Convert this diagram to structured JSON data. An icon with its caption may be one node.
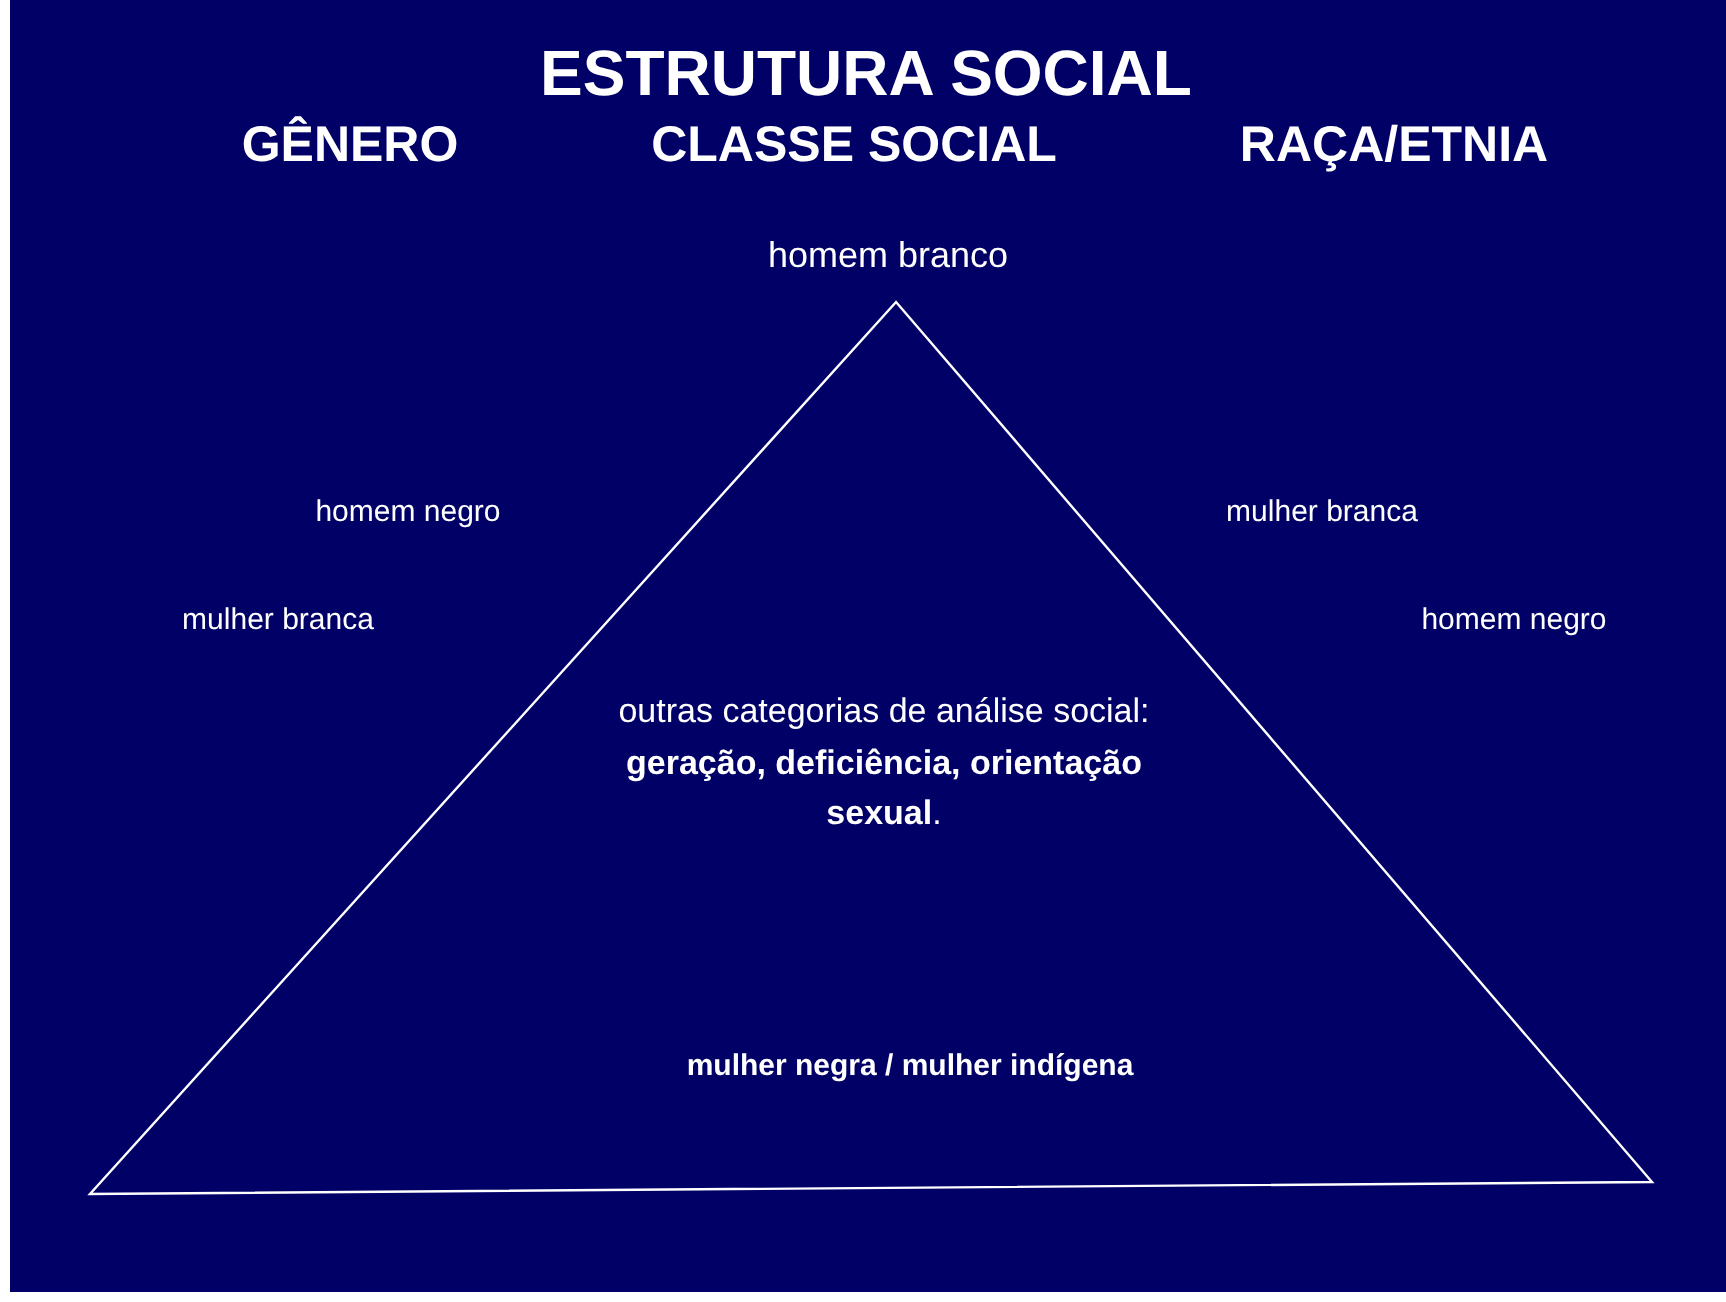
{
  "diagram": {
    "title": "ESTRUTURA SOCIAL",
    "nodes": [
      {
        "text": [
          "outras categorias de análise social: **geração, deficiência, orientação sexual**.",
          "mulher negra / mulher indígena"
        ],
        "beside": [
          "homem branco"
        ]
      }
    ],
    "labels": [
      "GÊNERO",
      "CLASSE SOCIAL",
      "RAÇA/ETNIA",
      "homem negro",
      "mulher branca",
      "mulher branca",
      "homem negro"
    ]
  }
}
